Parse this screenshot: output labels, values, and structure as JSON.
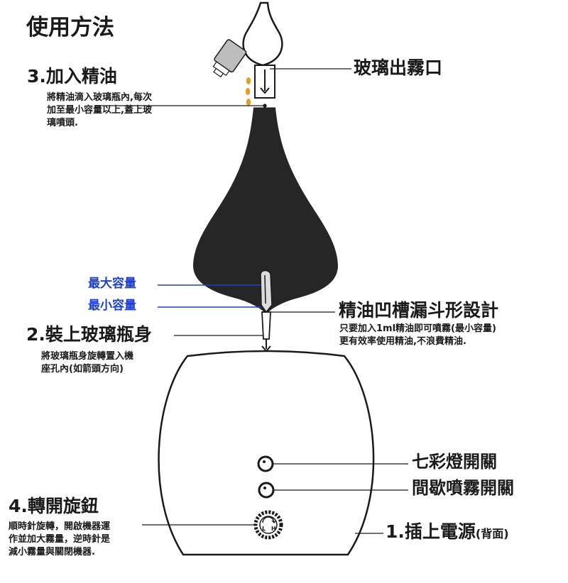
{
  "title": "使用方法",
  "colors": {
    "accent_blue": "#1f3fd0",
    "line": "#1a1a1a",
    "oil": "#e0a020"
  },
  "callouts": {
    "step3": {
      "heading": "3.加入精油",
      "desc": [
        "將精油滴入玻璃瓶內,每次",
        "加至最小容量以上,蓋上玻",
        "璃噴頭."
      ]
    },
    "mist_outlet": "玻璃出霧口",
    "max_capacity": "最大容量",
    "min_capacity": "最小容量",
    "funnel": {
      "heading": "精油凹槽漏斗形設計",
      "desc": [
        "只要加入1ml精油即可噴霧(最小容量)",
        "更有效率使用精油,不浪費精油."
      ]
    },
    "step2": {
      "heading": "2.裝上玻璃瓶身",
      "desc": [
        "將玻璃瓶身旋轉置入機",
        "座孔內(如箭頭方向)"
      ]
    },
    "color_light_switch": "七彩燈開關",
    "interval_mist_switch": "間歇噴霧開關",
    "step4": {
      "heading": "4.轉開旋鈕",
      "desc": [
        "順時針旋轉，開啟機器運",
        "作並加大霧量，逆時針是",
        "減小霧量與關閉機器."
      ]
    },
    "step1": {
      "heading": "1.插上電源",
      "note": "(背面)"
    }
  },
  "icons": {
    "knob": "rotary-knob-icon",
    "light_button": "light-button-icon",
    "mist_button": "mist-button-icon",
    "oil_bottle": "essential-oil-bottle-icon",
    "arrow_down": "arrow-down-icon"
  },
  "knob_letters": {
    "low": "L",
    "high": "H"
  }
}
